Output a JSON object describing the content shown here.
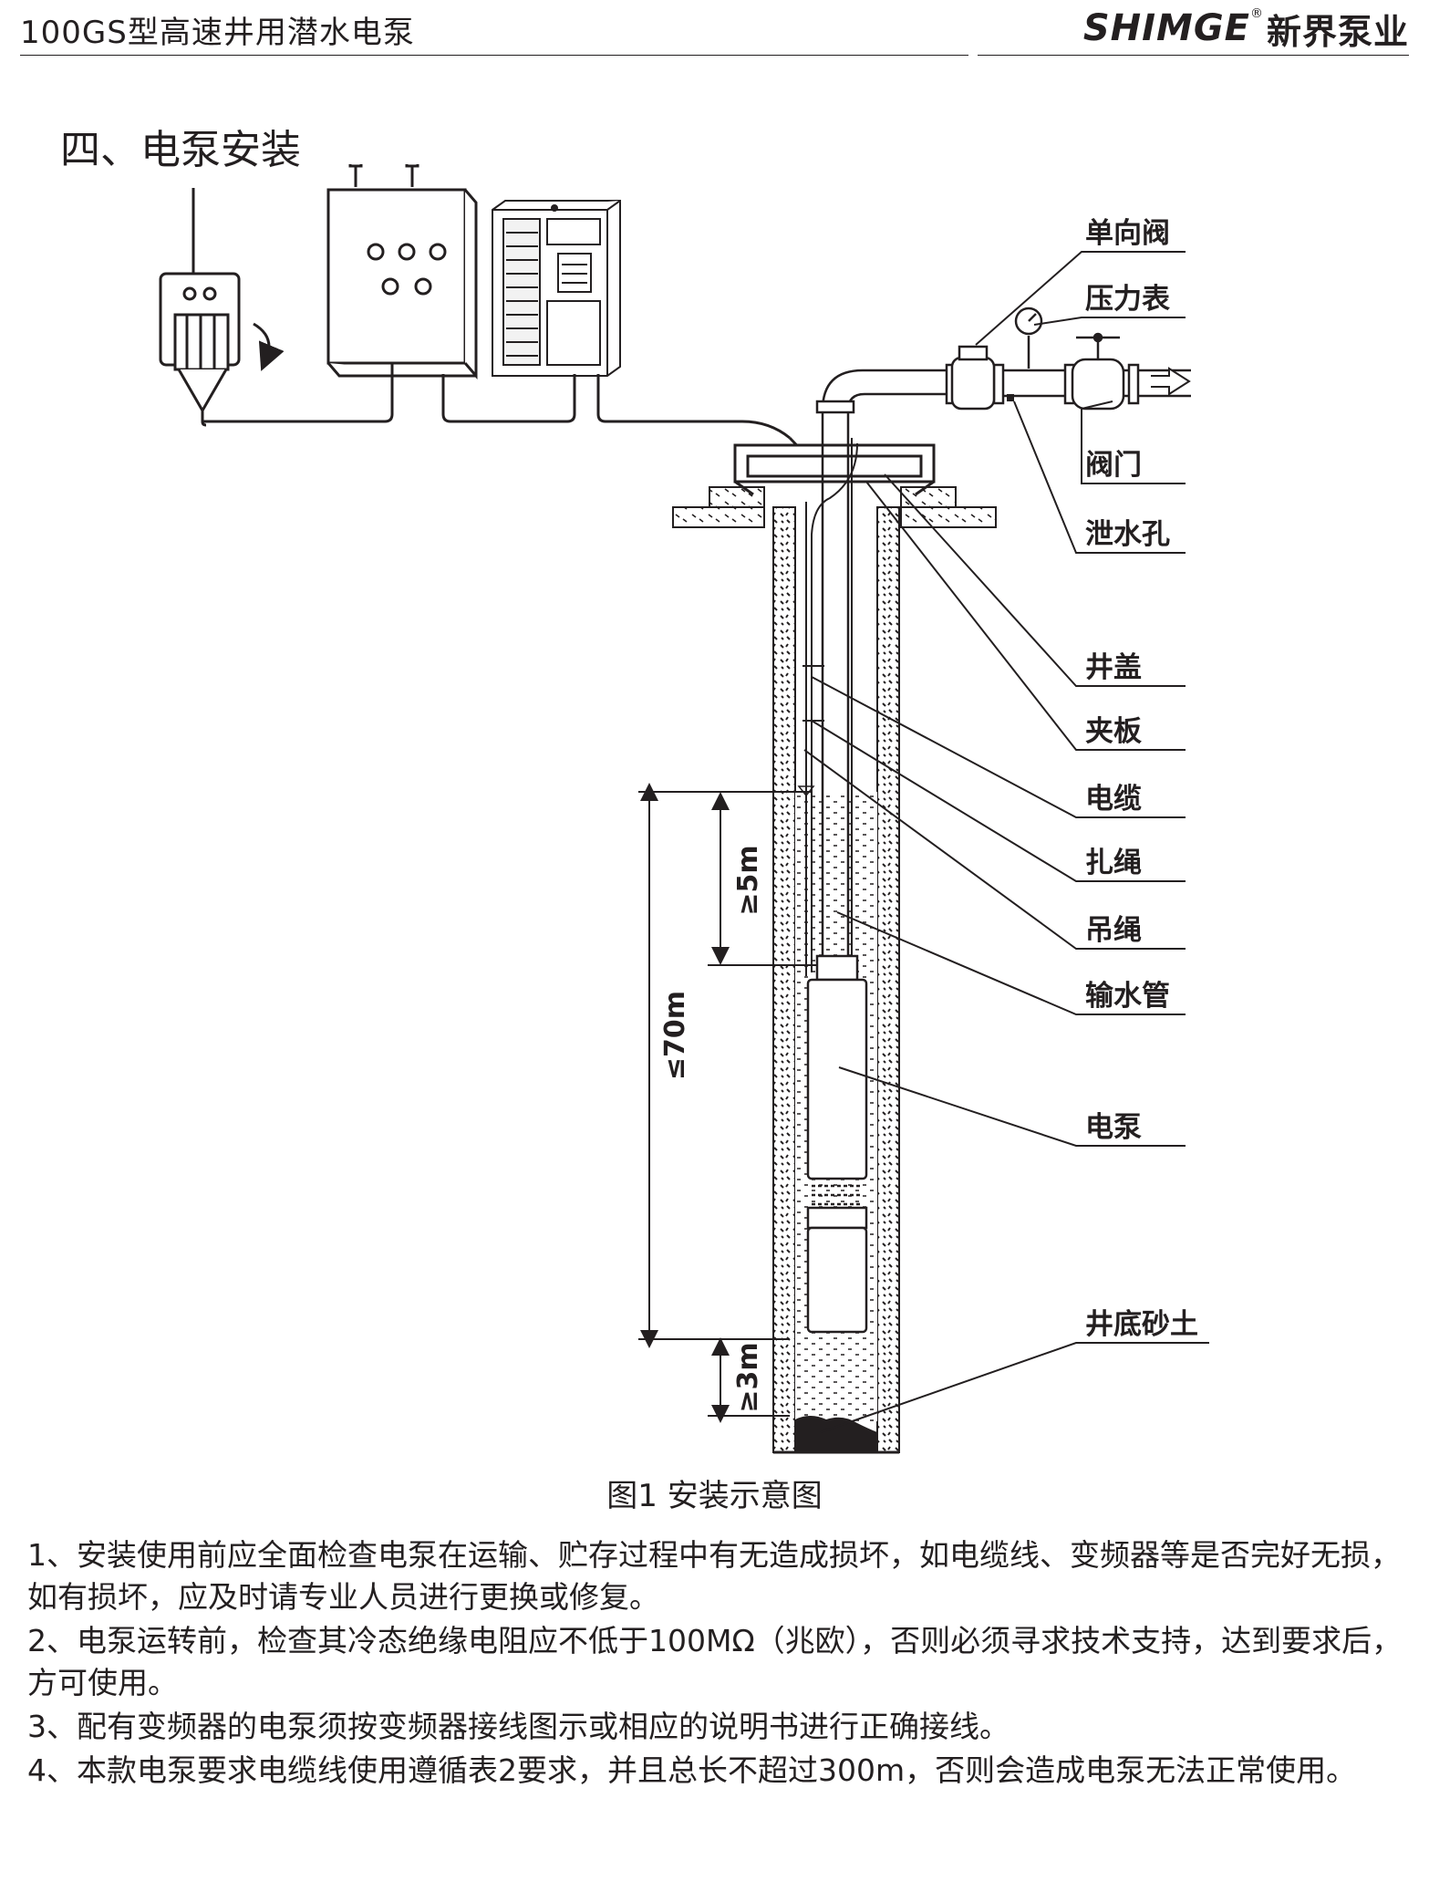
{
  "header": {
    "product_title": "100GS型高速井用潜水电泵",
    "brand_latin": "SHIMGE",
    "brand_reg": "®",
    "brand_cn": "新界泵业"
  },
  "section": {
    "title": "四、电泵安装"
  },
  "diagram": {
    "labels": {
      "check_valve": "单向阀",
      "pressure_gauge": "压力表",
      "valve": "阀门",
      "drain_hole": "泄水孔",
      "well_cover": "井盖",
      "clamp_plate": "夹板",
      "cable": "电缆",
      "tie_rope": "扎绳",
      "hanging_rope": "吊绳",
      "delivery_pipe": "输水管",
      "pump": "电泵",
      "well_bottom_sand": "井底砂土"
    },
    "dimensions": {
      "submersion_min": "≥5m",
      "depth_max": "≤70m",
      "bottom_clearance_min": "≥3m"
    }
  },
  "caption": "图1  安装示意图",
  "notes": [
    "1、安装使用前应全面检查电泵在运输、贮存过程中有无造成损坏，如电缆线、变频器等是否完好无损，如有损坏，应及时请专业人员进行更换或修复。",
    "2、电泵运转前，检查其冷态绝缘电阻应不低于100MΩ（兆欧），否则必须寻求技术支持，达到要求后，方可使用。",
    "3、配有变频器的电泵须按变频器接线图示或相应的说明书进行正确接线。",
    "4、本款电泵要求电缆线使用遵循表2要求，并且总长不超过300m，否则会造成电泵无法正常使用。"
  ]
}
